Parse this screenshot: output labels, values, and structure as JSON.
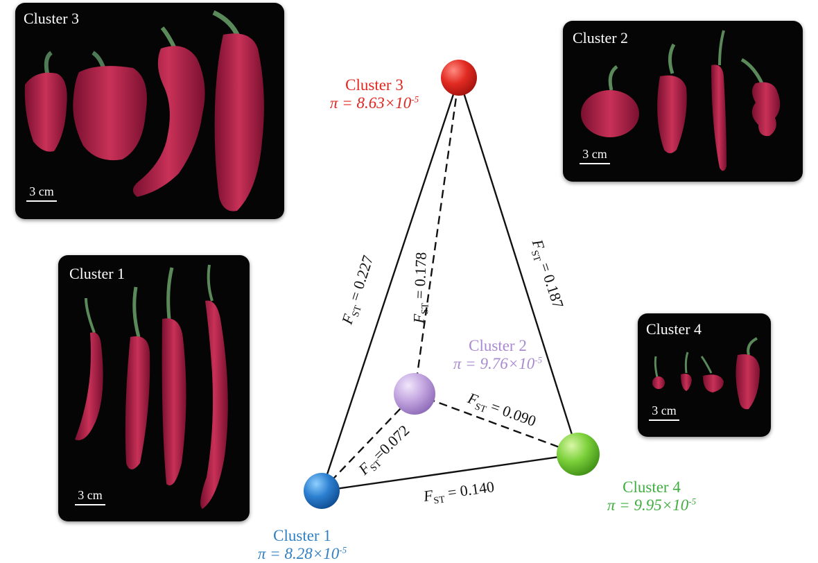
{
  "colors": {
    "cluster1": "#2f7fc1",
    "cluster2": "#a98ad0",
    "cluster3": "#e0261f",
    "cluster4": "#3fae3f",
    "panel_bg": "#050505",
    "pepper": "#b8254a"
  },
  "panels": {
    "c3": {
      "title": "Cluster 3",
      "scale": "3 cm"
    },
    "c2": {
      "title": "Cluster 2",
      "scale": "3 cm"
    },
    "c1": {
      "title": "Cluster 1",
      "scale": "3 cm"
    },
    "c4": {
      "title": "Cluster 4",
      "scale": "3 cm"
    }
  },
  "nodes": {
    "c3": {
      "name": "Cluster 3",
      "pi_prefix": "π = 8.63×10",
      "pi_exp": "-5"
    },
    "c2": {
      "name": "Cluster 2",
      "pi_prefix": "π = 9.76×10",
      "pi_exp": "-5"
    },
    "c1": {
      "name": "Cluster 1",
      "pi_prefix": "π = 8.28×10",
      "pi_exp": "-5"
    },
    "c4": {
      "name": "Cluster 4",
      "pi_prefix": "π = 9.95×10",
      "pi_exp": "-5"
    }
  },
  "edges": {
    "c1_c3": {
      "sym": "F",
      "sub": "ST",
      "value": "= 0.227"
    },
    "c2_c3": {
      "sym": "F",
      "sub": "ST",
      "value": "= 0.178"
    },
    "c3_c4": {
      "sym": "F",
      "sub": "ST",
      "value": "= 0.187"
    },
    "c2_c4": {
      "sym": "F",
      "sub": "ST",
      "value": "= 0.090"
    },
    "c1_c2": {
      "sym": "F",
      "sub": "ST",
      "value": "=0.072"
    },
    "c1_c4": {
      "sym": "F",
      "sub": "ST",
      "value": "= 0.140"
    }
  }
}
